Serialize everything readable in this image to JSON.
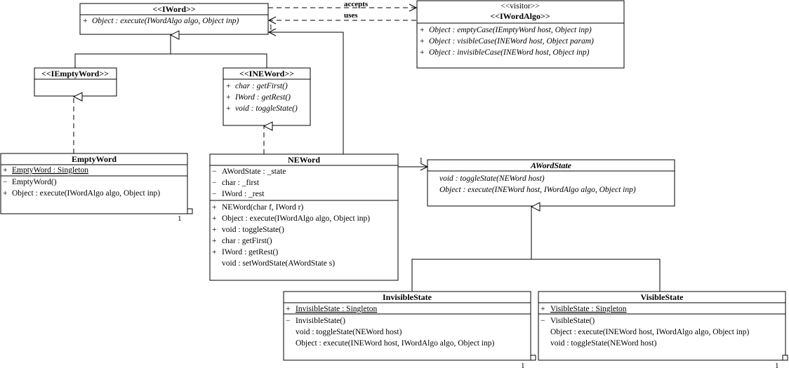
{
  "diagram": {
    "iword": {
      "title": "<<IWord>>",
      "ops": [
        "Object : execute(IWordAlgo algo, Object inp)"
      ]
    },
    "iwordalgo": {
      "stereotype": "<<visitor>>",
      "title": "<<IWordAlgo>>",
      "ops": [
        "Object : emptyCase(IEmptyWord host, Object inp)",
        "Object : visibleCase(INEWord host, Object param)",
        "Object : invisibleCase(INEWord host, Object inp)"
      ]
    },
    "iemptyword": {
      "title": "<<IEmptyWord>>"
    },
    "ineword": {
      "title": "<<INEWord>>",
      "ops": [
        "char : getFirst()",
        "IWord : getRest()",
        "void : toggleState()"
      ]
    },
    "emptyword": {
      "title": "EmptyWord",
      "attrs": [
        "EmptyWord : Singleton"
      ],
      "ops": [
        "EmptyWord()",
        "Object : execute(IWordAlgo algo, Object inp)"
      ],
      "multiplicity": "1"
    },
    "neword": {
      "title": "NEWord",
      "attrs": [
        "AWordState : _state",
        "char : _first",
        "IWord : _rest"
      ],
      "ops": [
        "NEWord(char f, IWord r)",
        "Object : execute(IWordAlgo algo, Object inp)",
        "void : toggleState()",
        "char : getFirst()",
        "IWord : getRest()",
        "void : setWordState(AWordState s)"
      ]
    },
    "awordstate": {
      "title": "AWordState",
      "ops": [
        "void : toggleState(NEWord host)",
        "Object : execute(INEWord host, IWordAlgo algo, Object inp)"
      ],
      "multiplicity": "1"
    },
    "invisiblestate": {
      "title": "InvisibleState",
      "attrs": [
        "InvisibleState : Singleton"
      ],
      "ops": [
        "InvisibleState()",
        "void : toggleState(NEWord host)",
        "Object : execute(INEWord host, IWordAlgo algo, Object inp)"
      ],
      "multiplicity": "1"
    },
    "visiblestate": {
      "title": "VisibleState",
      "attrs": [
        "VisibleState : Singleton"
      ],
      "ops": [
        "VisibleState()",
        "Object : execute(INEWord host, IWordAlgo algo, Object inp)",
        "void : toggleState(NEWord host)"
      ],
      "multiplicity": "1"
    },
    "relations": {
      "accepts": "accepts",
      "uses": "uses",
      "iword_uses_multiplicity": "1"
    }
  }
}
